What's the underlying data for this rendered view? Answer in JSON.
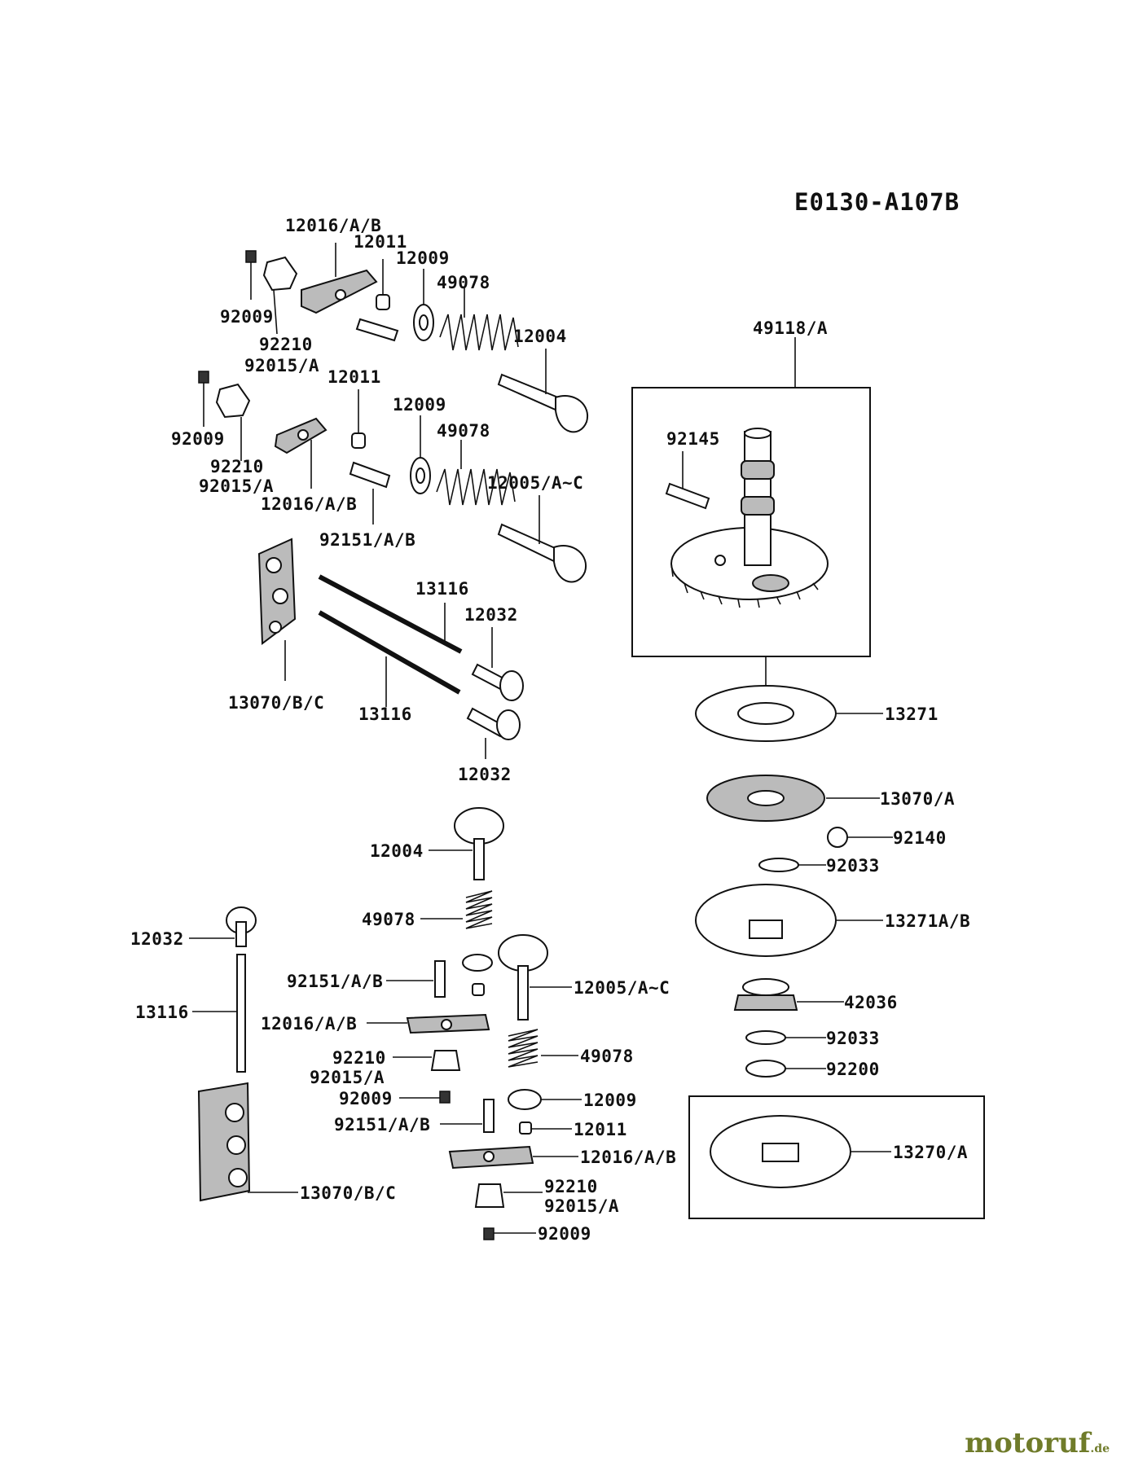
{
  "diagram": {
    "code": "E0130-A107B",
    "labels": {
      "l12016_1": "12016/A/B",
      "l12011_1": "12011",
      "l12009_1": "12009",
      "l49078_1": "49078",
      "l92009_1": "92009",
      "l92210_1": "92210",
      "l92015_1": "92015/A",
      "l12004_1": "12004",
      "l12011_2": "12011",
      "l12009_2": "12009",
      "l49078_2": "49078",
      "l92009_2": "92009",
      "l92210_2": "92210",
      "l92015_2": "92015/A",
      "l12016_2": "12016/A/B",
      "l12005_1": "12005/A~C",
      "l92151_1": "92151/A/B",
      "l13116_1": "13116",
      "l12032_1": "12032",
      "l13070_1": "13070/B/C",
      "l13116_2": "13116",
      "l12032_2": "12032",
      "l49118": "49118/A",
      "l92145": "92145",
      "l13271": "13271",
      "l13070A": "13070/A",
      "l92140": "92140",
      "l92033_1": "92033",
      "l13271AB": "13271A/B",
      "l42036": "42036",
      "l92033_2": "92033",
      "l92200": "92200",
      "l13270": "13270/A",
      "l12004_2": "12004",
      "l49078_3": "49078",
      "l12032_3": "12032",
      "l92151_2": "92151/A/B",
      "l12005_2": "12005/A~C",
      "l13116_3": "13116",
      "l12016_3": "12016/A/B",
      "l92210_3": "92210",
      "l92015_3": "92015/A",
      "l49078_4": "49078",
      "l92009_3": "92009",
      "l12009_3": "12009",
      "l92151_3": "92151/A/B",
      "l12011_3": "12011",
      "l12016_4": "12016/A/B",
      "l13070_2": "13070/B/C",
      "l92210_4": "92210",
      "l92015_4": "92015/A",
      "l92009_4": "92009"
    }
  },
  "watermark": {
    "brand": "motoruf",
    "suffix": ".de"
  },
  "colors": {
    "ink": "#111111",
    "watermark": "#6f7b2a"
  }
}
